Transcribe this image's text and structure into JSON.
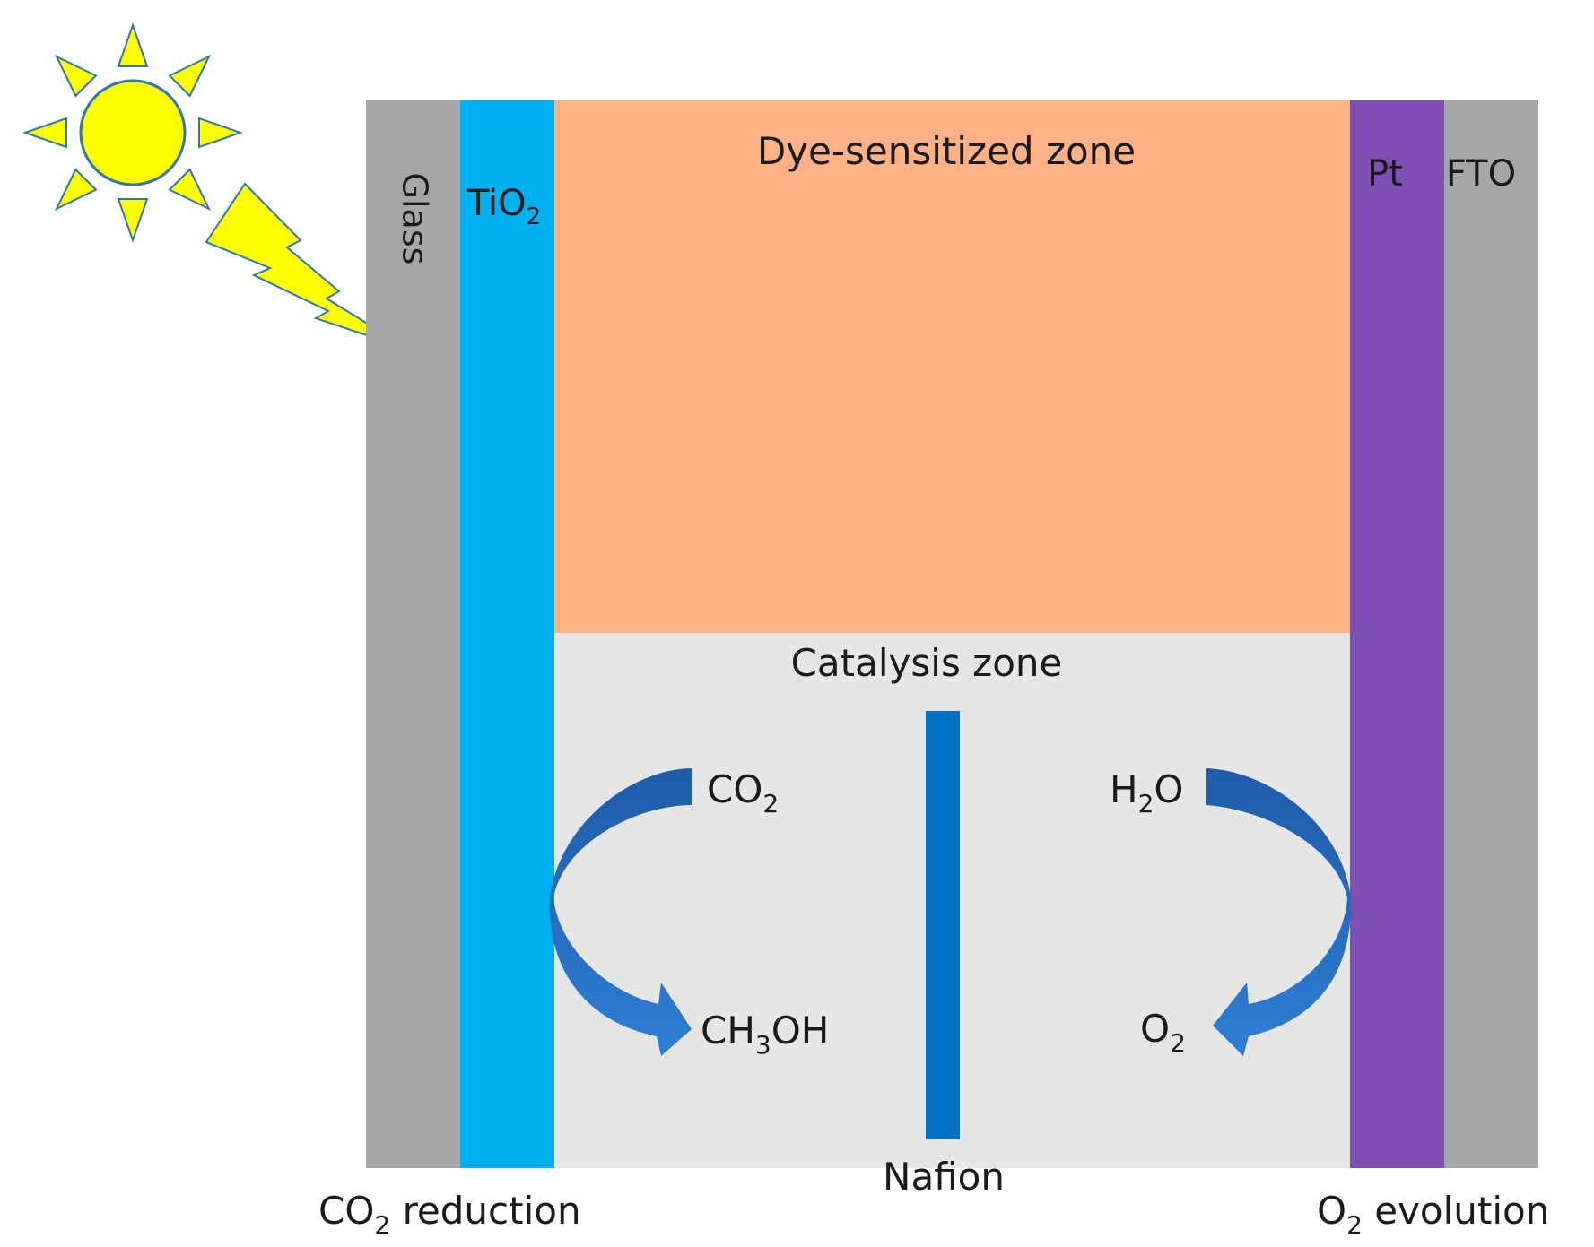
{
  "sun": {
    "icon": "sun-icon",
    "color": "#ffff00",
    "outline": "#2e75b6"
  },
  "lightning": {
    "icon": "lightning-bolt-icon",
    "color": "#ffff00"
  },
  "layers": {
    "glass": {
      "label": "Glass",
      "color": "#a6a6a6"
    },
    "tio2": {
      "label": "TiO",
      "sub": "2",
      "color": "#00b0f0"
    },
    "pt": {
      "label": "Pt",
      "color": "#7f50b4"
    },
    "fto": {
      "label": "FTO",
      "color": "#a6a6a6"
    }
  },
  "zones": {
    "dye": {
      "label": "Dye-sensitized zone",
      "color": "#fdb184"
    },
    "catalysis": {
      "label": "Catalysis zone",
      "color": "#e6e6e6"
    }
  },
  "membrane": {
    "label": "Nafion",
    "color": "#0070c0"
  },
  "species": {
    "co2": {
      "main": "CO",
      "sub": "2"
    },
    "ch3oh": {
      "pre": "CH",
      "sub": "3",
      "post": "OH"
    },
    "h2o": {
      "pre": "H",
      "sub": "2",
      "post": "O"
    },
    "o2": {
      "main": "O",
      "sub": "2"
    }
  },
  "arrows": {
    "color_dark": "#1f5ba8",
    "color_light": "#2e7fd6"
  },
  "captions": {
    "left": {
      "pre": "CO",
      "sub": "2",
      "post": " reduction"
    },
    "right": {
      "pre": "O",
      "sub": "2",
      "post": " evolution"
    }
  }
}
